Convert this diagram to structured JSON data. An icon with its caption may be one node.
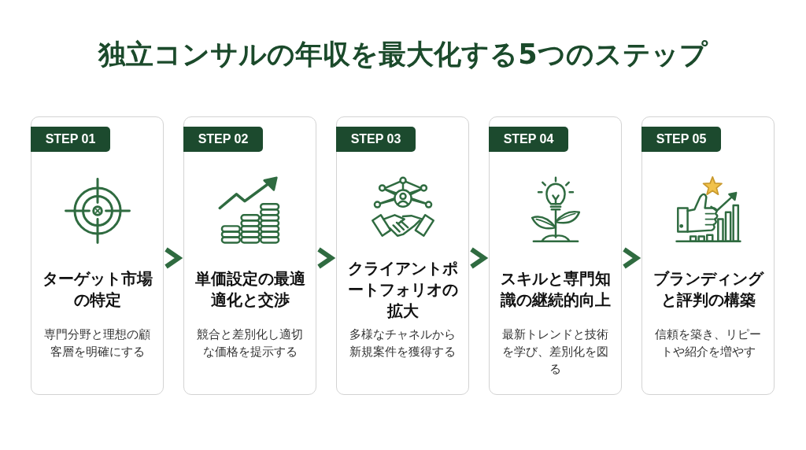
{
  "diagram": {
    "title": "独立コンサルの年収を最大化する5つのステップ",
    "nodes": [
      {
        "text": [
          "ターゲット市場の特定",
          "専門分野と理想の顧客層を明確にする"
        ]
      },
      {
        "text": [
          "STEP 01"
        ],
        "in": 0
      },
      {
        "text": [
          "単価設定の最適適化と交渉",
          "競合と差別化し適切な価格を提示する"
        ]
      },
      {
        "text": [
          "STEP 02"
        ],
        "in": 2
      },
      {
        "text": [
          "クライアントポートフォリオの拡大",
          "多様なチャネルから新規案件を獲得する"
        ]
      },
      {
        "text": [
          "STEP 03"
        ],
        "in": 4
      },
      {
        "text": [
          "スキルと専門知識の継続的向上",
          "最新トレンドと技術を学び、差別化を図る"
        ]
      },
      {
        "text": [
          "STEP 04"
        ],
        "in": 6
      },
      {
        "text": [
          "ブランディングと評判の構築",
          "信頼を築き、リピートや紹介を増やす"
        ]
      },
      {
        "text": [
          "STEP 05"
        ],
        "in": 8
      }
    ],
    "edges": [
      {
        "from": 0,
        "to": 2,
        "arrow": "to"
      },
      {
        "from": 2,
        "to": 4,
        "arrow": "to"
      },
      {
        "from": 4,
        "to": 6,
        "arrow": "to"
      },
      {
        "from": 6,
        "to": 8,
        "arrow": "to"
      }
    ]
  }
}
